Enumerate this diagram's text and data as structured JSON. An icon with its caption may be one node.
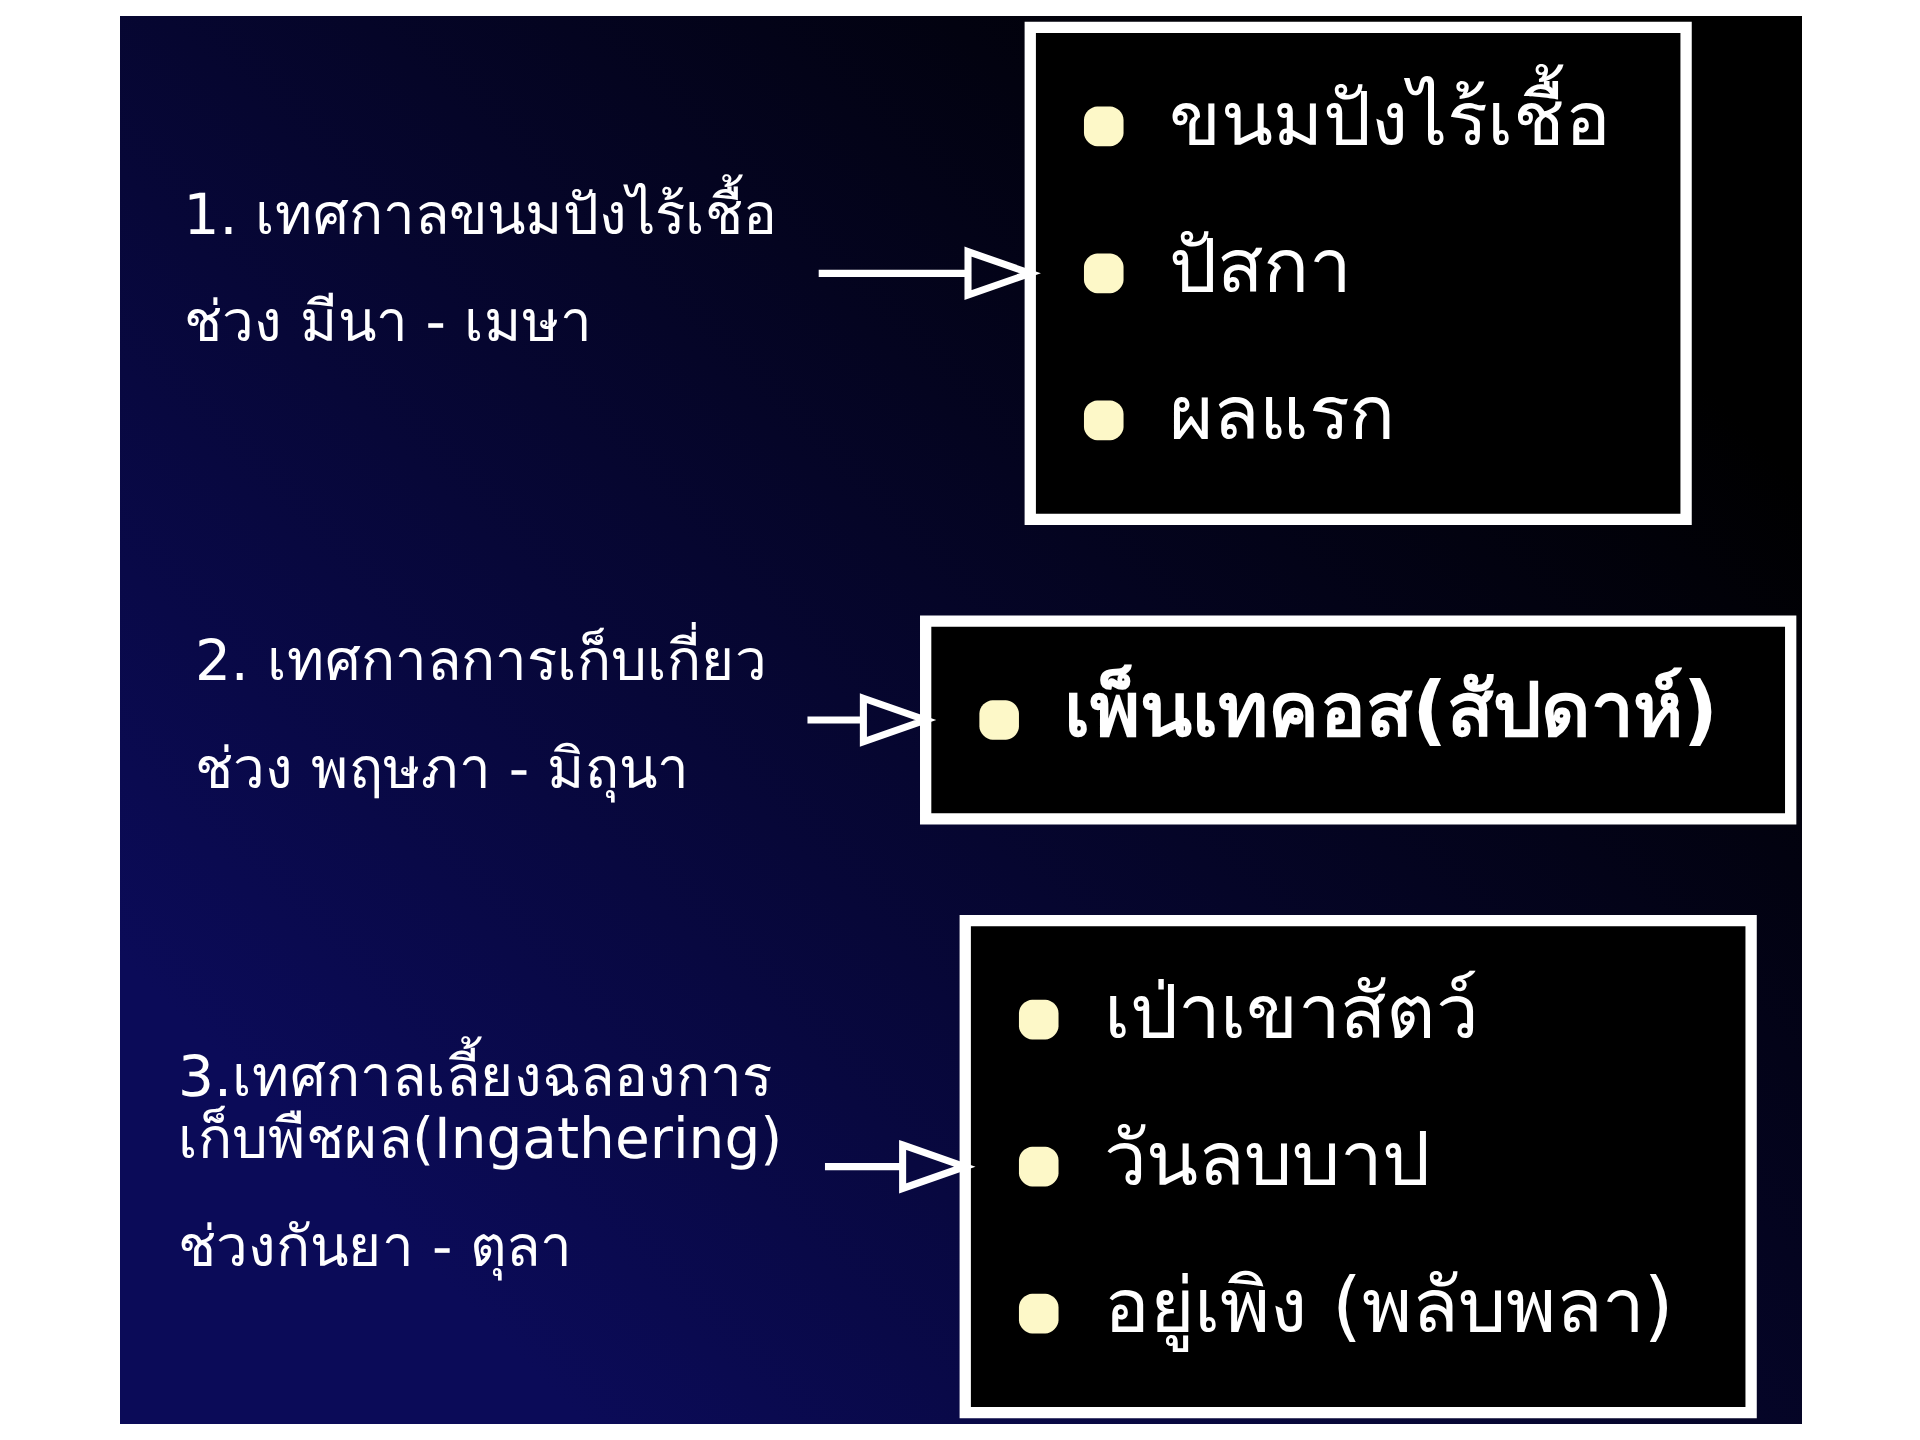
{
  "diagram": {
    "nodes": [
      {
        "text": [
          "1. เทศกาลขนมปังไร้เชื้อ",
          "ช่วง มีนา - เมษา"
        ]
      },
      {
        "text": [
          "ขนมปังไร้เชื้อ",
          "ปัสกา",
          "ผลแรก"
        ]
      },
      {
        "text": [
          "2. เทศกาลการเก็บเกี่ยว",
          "ช่วง พฤษภา - มิถุนา"
        ]
      },
      {
        "text": [
          "เพ็นเทคอส(สัปดาห์)"
        ]
      },
      {
        "text": [
          "3.เทศกาลเลี้ยงฉลองการเก็บพืชผล(Ingathering)",
          "ช่วงกันยา - ตุลา"
        ]
      },
      {
        "text": [
          "เป่าเขาสัตว์",
          "วันลบบาป",
          "อยู่เพิง (พลับพลา)"
        ]
      }
    ],
    "edges": [
      {
        "from": 0,
        "to": 1,
        "arrow": "to"
      },
      {
        "from": 2,
        "to": 3,
        "arrow": "to"
      },
      {
        "from": 4,
        "to": 5,
        "arrow": "to"
      }
    ]
  }
}
